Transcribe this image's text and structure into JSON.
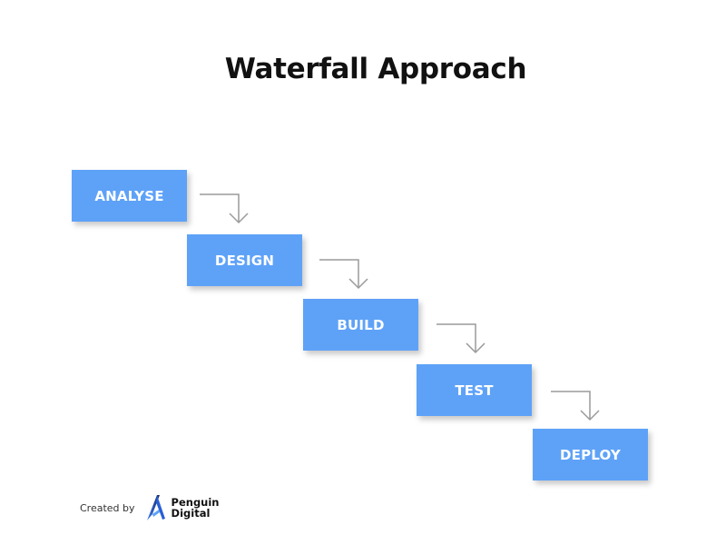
{
  "title": "Waterfall Approach",
  "colors": {
    "box": "#5ea2f8",
    "arrow": "#9a9a9a",
    "title": "#111111"
  },
  "steps": [
    {
      "label": "ANALYSE"
    },
    {
      "label": "DESIGN"
    },
    {
      "label": "BUILD"
    },
    {
      "label": "TEST"
    },
    {
      "label": "DEPLOY"
    }
  ],
  "credit": {
    "prefix": "Created by",
    "brand_line1": "Penguin",
    "brand_line2": "Digital",
    "logo_icon": "penguin-digital-logo-icon"
  }
}
